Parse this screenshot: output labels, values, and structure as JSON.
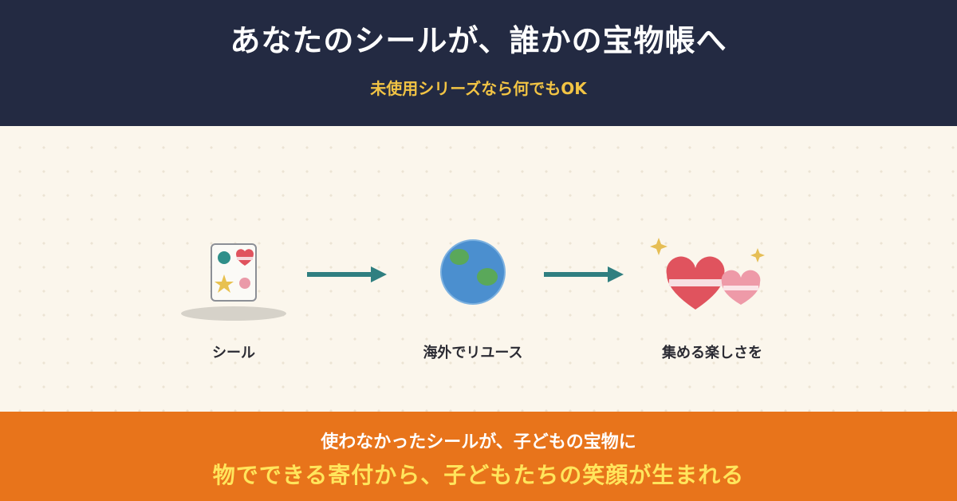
{
  "header": {
    "title": "あなたのシールが、誰かの宝物帳へ",
    "subtitle": "未使用シリーズなら何でもOK"
  },
  "steps": [
    {
      "label": "シール",
      "icon": "sticker-sheet-icon"
    },
    {
      "label": "海外でリユース",
      "icon": "globe-icon"
    },
    {
      "label": "集める楽しさを",
      "icon": "hearts-sparkle-icon"
    }
  ],
  "footer": {
    "line1": "使わなかったシールが、子どもの宝物に",
    "line2": "物でできる寄付から、子どもたちの笑顔が生まれる"
  },
  "colors": {
    "header_bg": "#232a42",
    "accent_yellow": "#f2c444",
    "footer_bg": "#e8741b",
    "footer_highlight": "#ffe55c",
    "arrow": "#2f7f80",
    "heart": "#e0535e"
  }
}
